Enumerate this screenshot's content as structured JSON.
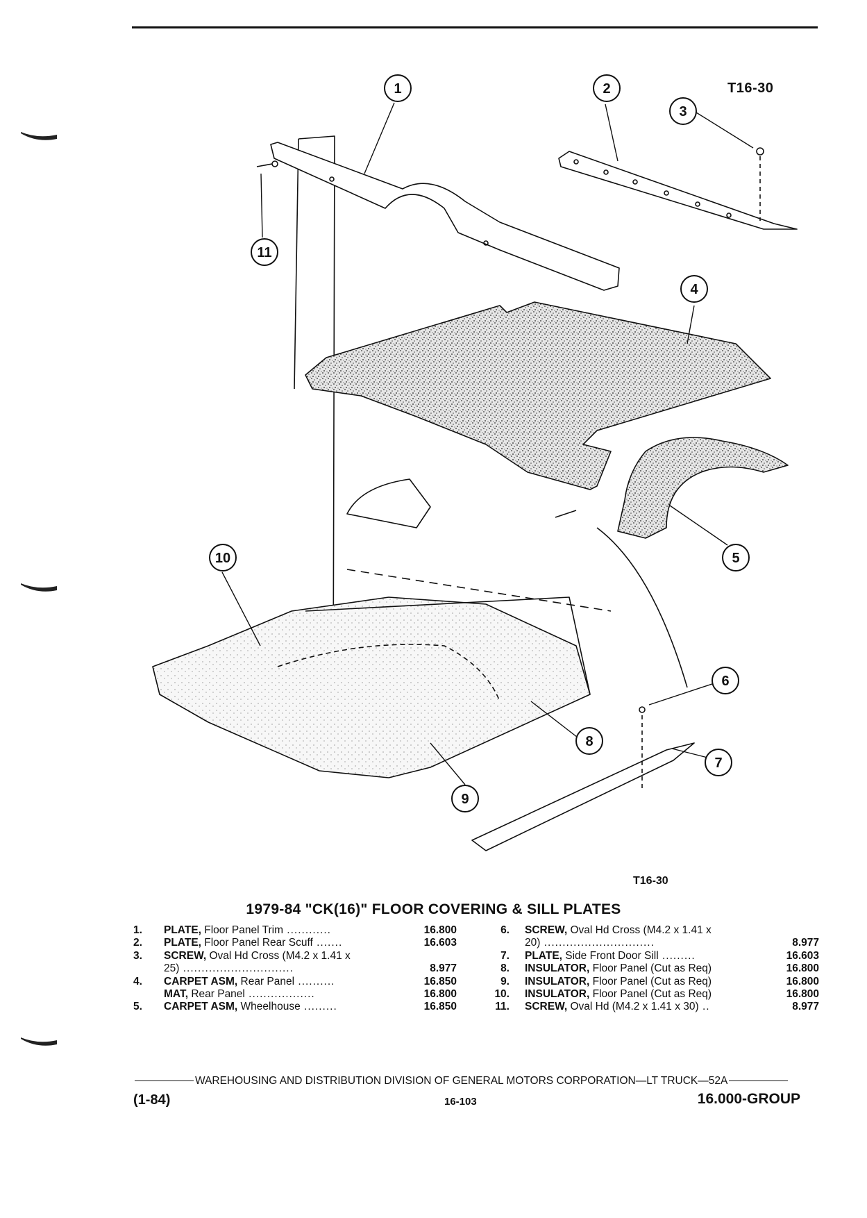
{
  "illustration": {
    "code_top": "T16-30",
    "code_under": "T16-30",
    "callouts": [
      "1",
      "2",
      "3",
      "4",
      "5",
      "6",
      "7",
      "8",
      "9",
      "10",
      "11"
    ]
  },
  "section": {
    "title": "1979-84 \"CK(16)\" FLOOR COVERING & SILL PLATES"
  },
  "parts_left": [
    {
      "num": "1.",
      "name": "PLATE,",
      "desc": " Floor Panel Trim",
      "dots": " ............",
      "value": "16.800"
    },
    {
      "num": "2.",
      "name": "PLATE,",
      "desc": " Floor Panel Rear Scuff",
      "dots": " .......",
      "value": "16.603"
    },
    {
      "num": "3.",
      "name": "SCREW,",
      "desc": " Oval Hd Cross (M4.2 x 1.41 x",
      "dots": "",
      "value": ""
    },
    {
      "num": "",
      "name": "",
      "desc": "25)",
      "dots": " ..............................",
      "value": "8.977"
    },
    {
      "num": "4.",
      "name": "CARPET ASM,",
      "desc": " Rear Panel",
      "dots": " ..........",
      "value": "16.850"
    },
    {
      "num": "",
      "name": "MAT,",
      "desc": " Rear Panel",
      "dots": " ..................",
      "value": "16.800"
    },
    {
      "num": "5.",
      "name": "CARPET ASM,",
      "desc": " Wheelhouse",
      "dots": " .........",
      "value": "16.850"
    }
  ],
  "parts_right": [
    {
      "num": "6.",
      "name": "SCREW,",
      "desc": " Oval Hd Cross (M4.2 x 1.41 x",
      "dots": "",
      "value": ""
    },
    {
      "num": "",
      "name": "",
      "desc": "20)",
      "dots": " ..............................",
      "value": "8.977"
    },
    {
      "num": "7.",
      "name": "PLATE,",
      "desc": " Side Front Door Sill",
      "dots": " .........",
      "value": "16.603"
    },
    {
      "num": "8.",
      "name": "INSULATOR,",
      "desc": " Floor Panel (Cut as Req)",
      "dots": "",
      "value": "16.800"
    },
    {
      "num": "9.",
      "name": "INSULATOR,",
      "desc": " Floor Panel (Cut as Req)",
      "dots": "",
      "value": "16.800"
    },
    {
      "num": "10.",
      "name": "INSULATOR,",
      "desc": " Floor Panel (Cut as Req)",
      "dots": "",
      "value": "16.800"
    },
    {
      "num": "11.",
      "name": "SCREW,",
      "desc": " Oval Hd (M4.2 x 1.41 x 30)",
      "dots": " ..",
      "value": "8.977"
    }
  ],
  "footer": {
    "line": "WAREHOUSING AND DISTRIBUTION  DIVISION OF GENERAL MOTORS CORPORATION—LT TRUCK—52A",
    "date": "(1-84)",
    "page": "16-103",
    "group": "16.000-GROUP"
  }
}
